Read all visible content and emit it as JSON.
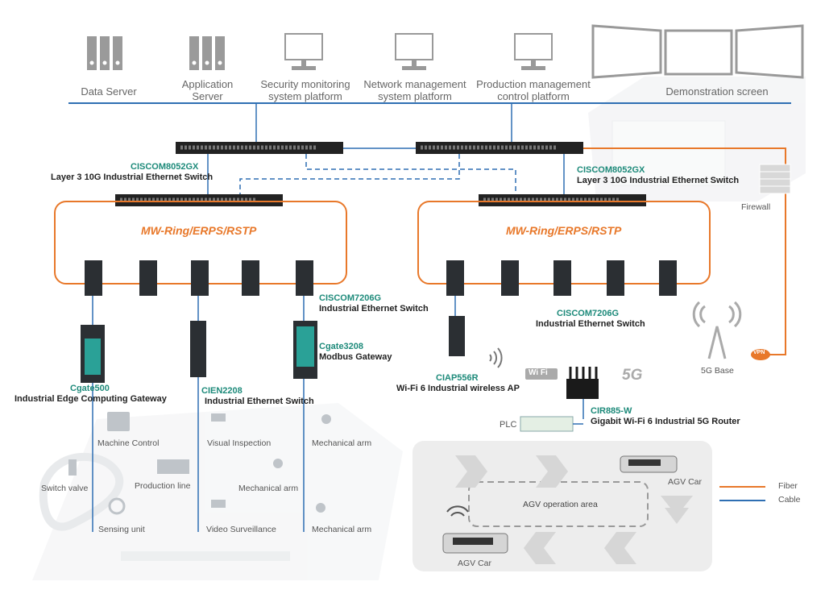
{
  "servers": {
    "data_server": "Data Server",
    "app_server_1": "Application",
    "app_server_2": "Server",
    "security_1": "Security monitoring",
    "security_2": "system platform",
    "netmgmt_1": "Network management",
    "netmgmt_2": "system platform",
    "prodmgmt_1": "Production management",
    "prodmgmt_2": "control platform",
    "demo_screen": "Demonstration screen"
  },
  "core_left": {
    "model": "CISCOM8052GX",
    "desc": "Layer 3 10G Industrial Ethernet Switch"
  },
  "core_right": {
    "model": "CISCOM8052GX",
    "desc": "Layer 3 10G Industrial Ethernet Switch"
  },
  "firewall": "Firewall",
  "ring_left": "MW-Ring/ERPS/RSTP",
  "ring_right": "MW-Ring/ERPS/RSTP",
  "edge_left": {
    "model": "CISCOM7206G",
    "desc": "Industrial Ethernet Switch"
  },
  "edge_right": {
    "model": "CISCOM7206G",
    "desc": "Industrial Ethernet Switch"
  },
  "cgate3208": {
    "model": "Cgate3208",
    "desc": "Modbus Gateway"
  },
  "cgate500": {
    "model": "Cgate500",
    "desc": "Industrial Edge Computing Gateway"
  },
  "cien2208": {
    "model": "CIEN2208",
    "desc": "Industrial Ethernet Switch"
  },
  "ciap556r": {
    "model": "CIAP556R",
    "desc": "Wi-Fi 6 Industrial wireless AP"
  },
  "cir885": {
    "model": "CIR885-W",
    "desc": "Gigabit Wi-Fi 6 Industrial 5G Router"
  },
  "wifi_badge": "Wi Fi",
  "fiveg_badge": "5G",
  "plc": "PLC",
  "base5g": "5G Base",
  "vpn": "VPN",
  "field": {
    "machine_control": "Machine Control",
    "visual_inspection": "Visual Inspection",
    "mechanical_arm_1": "Mechanical arm",
    "switch_valve": "Switch valve",
    "production_line": "Production line",
    "mechanical_arm_2": "Mechanical arm",
    "sensing_unit": "Sensing unit",
    "video_surveillance": "Video Surveillance",
    "mechanical_arm_3": "Mechanical arm"
  },
  "agv": {
    "car_1": "AGV Car",
    "car_2": "AGV Car",
    "area": "AGV operation area"
  },
  "legend": {
    "fiber": "Fiber",
    "cable": "Cable",
    "fiber_color": "#e8782a",
    "cable_color": "#2f6fb3"
  }
}
